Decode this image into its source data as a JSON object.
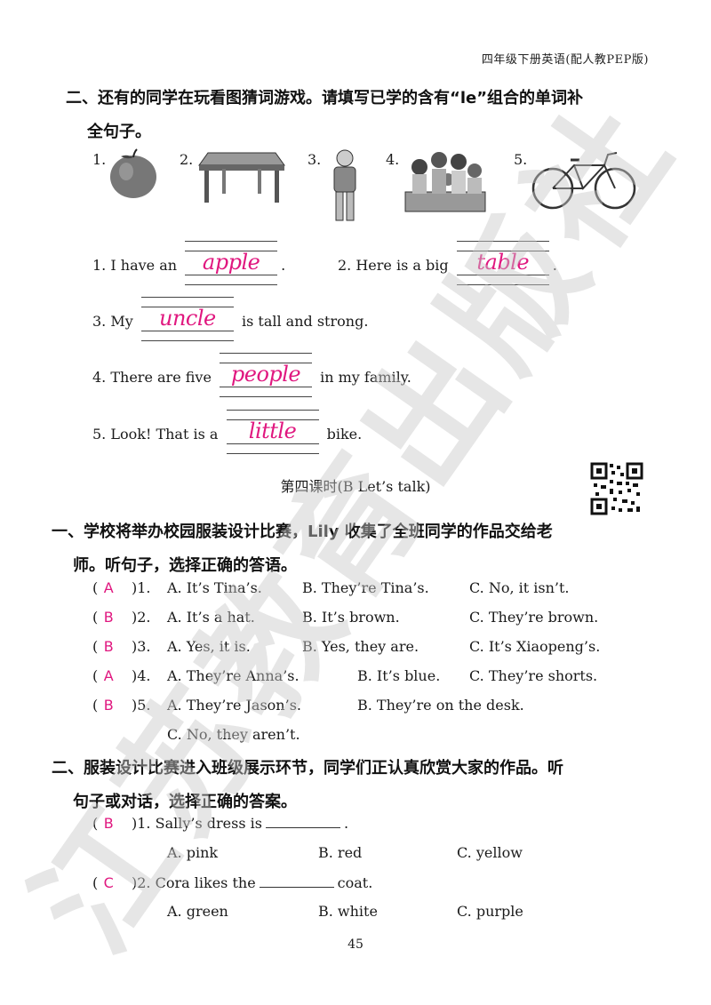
{
  "header": "四年级下册英语(配人教PEP版)",
  "section2": {
    "title_line1": "二、还有的同学在玩看图猜词游戏。请填写已学的含有“le”组合的单词补",
    "title_line2": "全句子。",
    "figures": [
      "1.",
      "2.",
      "3.",
      "4.",
      "5."
    ],
    "sentences": [
      {
        "pre": "1. I have an",
        "answer": "apple",
        "post": "."
      },
      {
        "pre": "2. Here is a big",
        "answer": "table",
        "post": "."
      },
      {
        "pre": "3. My",
        "answer": "uncle",
        "post": "is tall and strong."
      },
      {
        "pre": "4. There are five",
        "answer": "people",
        "post": "in my family."
      },
      {
        "pre": "5. Look! That is a",
        "answer": "little",
        "post": "bike."
      }
    ]
  },
  "lesson_title": "第四课时(B Let’s talk)",
  "section3": {
    "title_line1": "一、学校将举办校园服装设计比赛，Lily 收集了全班同学的作品交给老",
    "title_line2": "师。听句子，选择正确的答语。",
    "items": [
      {
        "answer": "A",
        "num": ")1.",
        "a": "A. It’s Tina’s.",
        "b": "B. They’re Tina’s.",
        "c": "C. No, it isn’t."
      },
      {
        "answer": "B",
        "num": ")2.",
        "a": "A. It’s a hat.",
        "b": "B. It’s brown.",
        "c": "C. They’re brown."
      },
      {
        "answer": "B",
        "num": ")3.",
        "a": "A. Yes, it is.",
        "b": "B. Yes, they are.",
        "c": "C. It’s Xiaopeng’s."
      },
      {
        "answer": "A",
        "num": ")4.",
        "a": "A. They’re Anna’s.",
        "b": "B. It’s blue.",
        "c": "C. They’re shorts."
      },
      {
        "answer": "B",
        "num": ")5.",
        "a": "A. They’re Jason’s.",
        "b": "B. They’re on the desk.",
        "c": "C. No, they aren’t."
      }
    ]
  },
  "section4": {
    "title_line1": "二、服装设计比赛进入班级展示环节，同学们正认真欣赏大家的作品。听",
    "title_line2": "句子或对话，选择正确的答案。",
    "items": [
      {
        "answer": "B",
        "num": ")1.",
        "stem_pre": "Sally’s dress is",
        "stem_post": ".",
        "a": "A. pink",
        "b": "B. red",
        "c": "C. yellow"
      },
      {
        "answer": "C",
        "num": ")2.",
        "stem_pre": "Cora likes the",
        "stem_post": "coat.",
        "a": "A. green",
        "b": "B. white",
        "c": "C. purple"
      }
    ]
  },
  "page_number": "45",
  "watermark_text": "江苏教育出版社",
  "colors": {
    "answer": "#e0177f",
    "watermark": "#c8c8c8"
  }
}
